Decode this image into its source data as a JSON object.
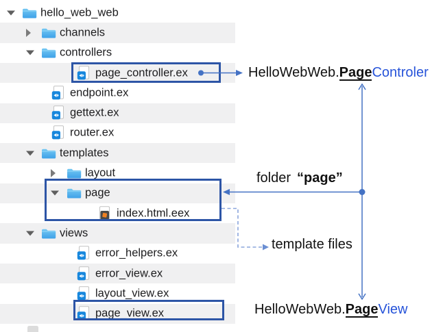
{
  "colors": {
    "stripe": "#f0f0f1",
    "box_blue": "#2d55a6",
    "arrow_blue": "#4472c4",
    "arrow_dashed": "#8aa5dc",
    "arrow_dashed_head": "#6b8fd3",
    "blue_text": "#2653d9",
    "folder_top": "#74c8f3",
    "folder_bottom": "#3ea1e8",
    "elixir_badge": "#1787dd",
    "html_badge": "#4a4a4a",
    "html_badge_inner": "#f08122"
  },
  "tree": {
    "rows": [
      {
        "name": "hello_web_web",
        "type": "folder",
        "level": 0,
        "expanded": true,
        "icon": "folder-icon"
      },
      {
        "name": "channels",
        "type": "folder",
        "level": 1,
        "expanded": false,
        "icon": "folder-icon"
      },
      {
        "name": "controllers",
        "type": "folder",
        "level": 1,
        "expanded": true,
        "icon": "folder-icon"
      },
      {
        "name": "page_controller.ex",
        "type": "file",
        "level": 2,
        "icon": "elixir-file-icon"
      },
      {
        "name": "endpoint.ex",
        "type": "file",
        "level": 1,
        "icon": "elixir-file-icon"
      },
      {
        "name": "gettext.ex",
        "type": "file",
        "level": 1,
        "icon": "elixir-file-icon"
      },
      {
        "name": "router.ex",
        "type": "file",
        "level": 1,
        "icon": "elixir-file-icon"
      },
      {
        "name": "templates",
        "type": "folder",
        "level": 1,
        "expanded": true,
        "icon": "folder-icon"
      },
      {
        "name": "layout",
        "type": "folder",
        "level": 2,
        "expanded": false,
        "icon": "folder-icon"
      },
      {
        "name": "page",
        "type": "folder",
        "level": 2,
        "expanded": true,
        "icon": "folder-icon"
      },
      {
        "name": "index.html.eex",
        "type": "file",
        "level": 3,
        "icon": "html-file-icon"
      },
      {
        "name": "views",
        "type": "folder",
        "level": 1,
        "expanded": true,
        "icon": "folder-icon"
      },
      {
        "name": "error_helpers.ex",
        "type": "file",
        "level": 2,
        "icon": "elixir-file-icon"
      },
      {
        "name": "error_view.ex",
        "type": "file",
        "level": 2,
        "icon": "elixir-file-icon"
      },
      {
        "name": "layout_view.ex",
        "type": "file",
        "level": 2,
        "icon": "elixir-file-icon"
      },
      {
        "name": "page_view.ex",
        "type": "file",
        "level": 2,
        "icon": "elixir-file-icon"
      }
    ]
  },
  "annotations": {
    "controller": {
      "prefix": "HelloWebWeb.",
      "emphasis": "Page",
      "suffix": "Controler"
    },
    "view": {
      "prefix": "HelloWebWeb.",
      "emphasis": "Page",
      "suffix": "View"
    },
    "folder_label": {
      "regular": "folder",
      "bold": "“page”"
    },
    "template_files": "template files"
  }
}
